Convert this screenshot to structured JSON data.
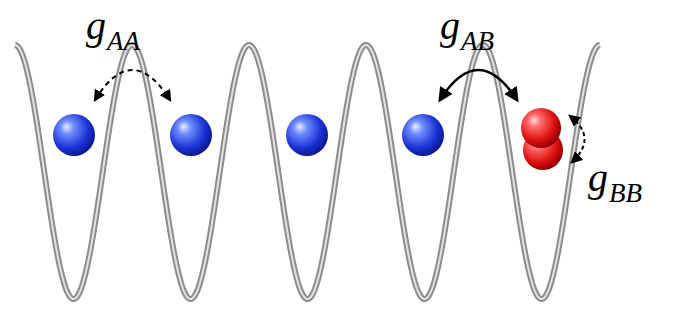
{
  "diagram": {
    "labels": [
      "g",
      "AA",
      "g",
      "AB",
      "g",
      "BB"
    ]
  }
}
